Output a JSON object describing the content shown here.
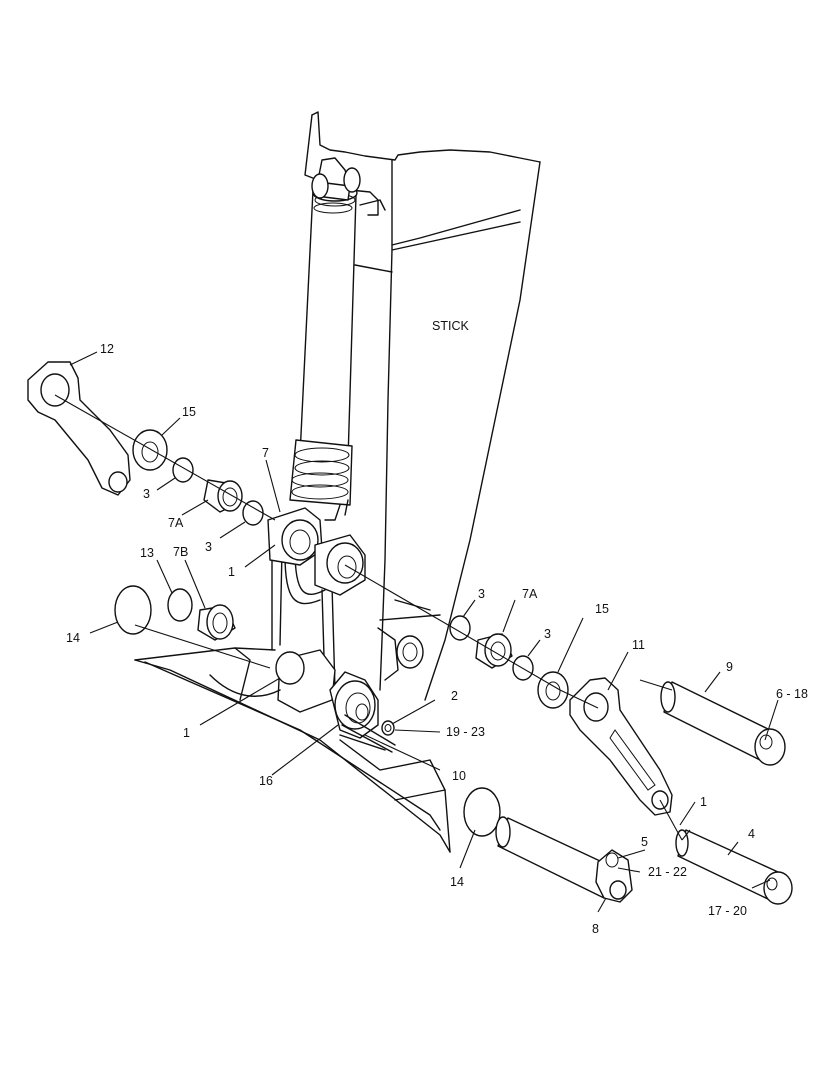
{
  "diagram": {
    "stick_label": "STICK",
    "callouts": [
      {
        "id": "c12",
        "text": "12"
      },
      {
        "id": "c15a",
        "text": "15"
      },
      {
        "id": "c3a",
        "text": "3"
      },
      {
        "id": "c7Aa",
        "text": "7A"
      },
      {
        "id": "c7",
        "text": "7"
      },
      {
        "id": "c3b",
        "text": "3"
      },
      {
        "id": "c1a",
        "text": "1"
      },
      {
        "id": "c13",
        "text": "13"
      },
      {
        "id": "c7B",
        "text": "7B"
      },
      {
        "id": "c14a",
        "text": "14"
      },
      {
        "id": "c1b",
        "text": "1"
      },
      {
        "id": "c16",
        "text": "16"
      },
      {
        "id": "c2",
        "text": "2"
      },
      {
        "id": "c19_23",
        "text": "19 - 23"
      },
      {
        "id": "c10",
        "text": "10"
      },
      {
        "id": "c3c",
        "text": "3"
      },
      {
        "id": "c7Ab",
        "text": "7A"
      },
      {
        "id": "c3d",
        "text": "3"
      },
      {
        "id": "c15b",
        "text": "15"
      },
      {
        "id": "c11",
        "text": "11"
      },
      {
        "id": "c9",
        "text": "9"
      },
      {
        "id": "c6_18",
        "text": "6 - 18"
      },
      {
        "id": "c1c",
        "text": "1"
      },
      {
        "id": "c4",
        "text": "4"
      },
      {
        "id": "c5",
        "text": "5"
      },
      {
        "id": "c21_22",
        "text": "21 - 22"
      },
      {
        "id": "c17_20",
        "text": "17 - 20"
      },
      {
        "id": "c14b",
        "text": "14"
      },
      {
        "id": "c8",
        "text": "8"
      }
    ]
  }
}
